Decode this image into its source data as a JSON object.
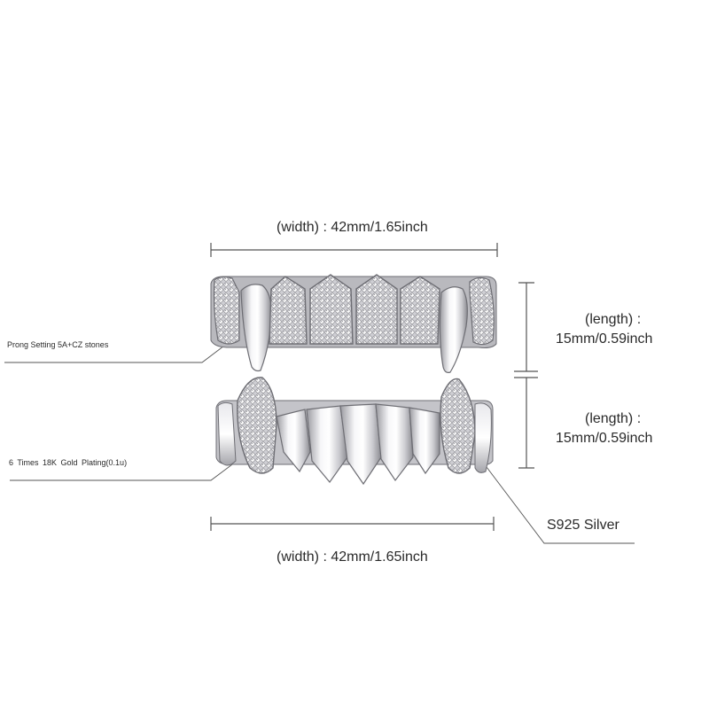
{
  "annotations": {
    "top_width": "(width) : 42mm/1.65inch",
    "bottom_width": "(width) : 42mm/1.65inch",
    "top_length_label": "(length) :",
    "top_length_value": "15mm/0.59inch",
    "bottom_length_label": "(length) :",
    "bottom_length_value": "15mm/0.59inch",
    "prong_setting": "Prong Setting 5A+CZ stones",
    "plating": "6 Times 18K Gold Plating(0.1u)",
    "material": "S925 Silver"
  },
  "colors": {
    "background": "#ffffff",
    "silver_light": "#f4f4f6",
    "silver_dark": "#8e8e94",
    "line": "#555555"
  },
  "product": {
    "top_grill": "upper grill with iced-out teeth and fangs",
    "bottom_grill": "lower grill with polished teeth and iced fangs"
  }
}
